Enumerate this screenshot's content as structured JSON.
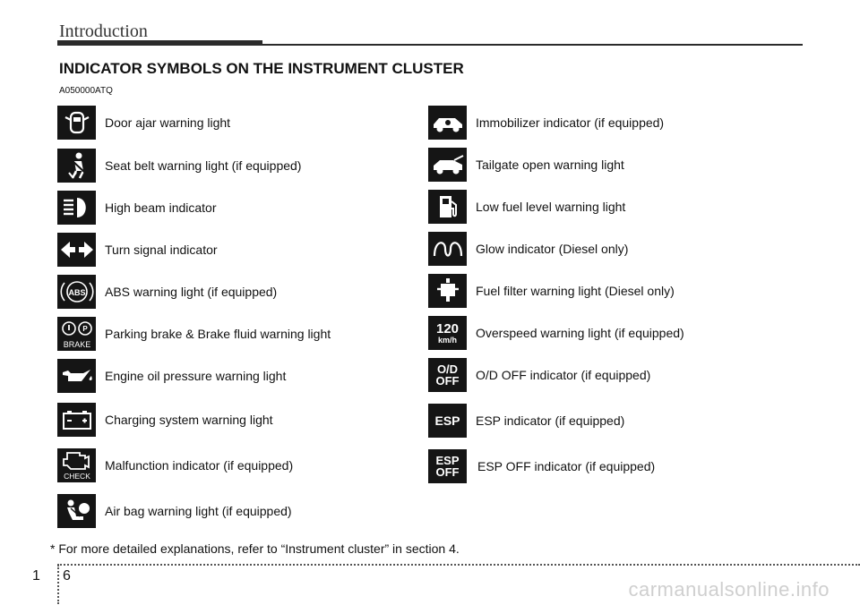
{
  "header": {
    "section": "Introduction",
    "heading": "INDICATOR SYMBOLS ON THE INSTRUMENT CLUSTER",
    "code": "A050000ATQ"
  },
  "left_items": [
    {
      "label": "Door ajar warning light",
      "icon": "door-ajar-icon"
    },
    {
      "label": "Seat belt warning light (if equipped)",
      "icon": "seat-belt-icon"
    },
    {
      "label": "High beam indicator",
      "icon": "high-beam-icon"
    },
    {
      "label": "Turn signal indicator",
      "icon": "turn-signal-icon"
    },
    {
      "label": "ABS warning light (if equipped)",
      "icon": "abs-icon",
      "icon_text": "ABS"
    },
    {
      "label": "Parking brake & Brake fluid warning light",
      "icon": "brake-icon",
      "icon_text": "BRAKE"
    },
    {
      "label": "Engine oil pressure warning light",
      "icon": "oil-pressure-icon"
    },
    {
      "label": "Charging system warning light",
      "icon": "battery-icon"
    },
    {
      "label": "Malfunction indicator (if equipped)",
      "icon": "check-engine-icon",
      "icon_text": "CHECK"
    },
    {
      "label": "Air bag warning light (if equipped)",
      "icon": "air-bag-icon"
    }
  ],
  "right_items": [
    {
      "label": "Immobilizer indicator (if equipped)",
      "icon": "immobilizer-icon"
    },
    {
      "label": "Tailgate open warning light",
      "icon": "tailgate-icon"
    },
    {
      "label": "Low fuel level warning light",
      "icon": "fuel-icon"
    },
    {
      "label": "Glow indicator (Diesel only)",
      "icon": "glow-plug-icon"
    },
    {
      "label": "Fuel filter warning light (Diesel only)",
      "icon": "fuel-filter-icon"
    },
    {
      "label": "Overspeed warning light (if equipped)",
      "icon": "overspeed-icon",
      "icon_text": "120",
      "icon_subtext": "km/h"
    },
    {
      "label": "O/D OFF indicator (if equipped)",
      "icon": "od-off-icon",
      "icon_text": "O/D",
      "icon_subtext": "OFF"
    },
    {
      "label": "ESP indicator (if equipped)",
      "icon": "esp-icon",
      "icon_text": "ESP"
    },
    {
      "label": "ESP OFF indicator (if equipped)",
      "icon": "esp-off-icon",
      "icon_text": "ESP",
      "icon_subtext": "OFF"
    }
  ],
  "footnote": "* For more detailed explanations, refer to “Instrument cluster” in section 4.",
  "footer": {
    "chapter": "1",
    "page": "6",
    "watermark": "carmanualsonline.info"
  }
}
